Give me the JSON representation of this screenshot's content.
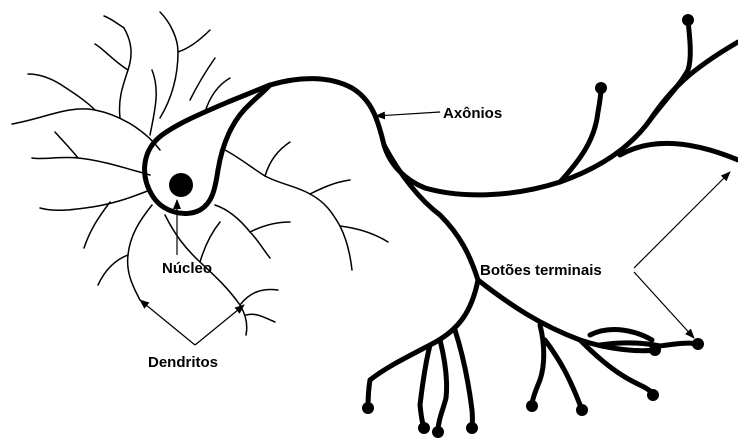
{
  "labels": {
    "axon": "Axônios",
    "nucleus": "Núcleo",
    "dendrites": "Dendritos",
    "terminals": "Botões terminais"
  },
  "colors": {
    "ink": "#000000",
    "background": "#ffffff"
  }
}
